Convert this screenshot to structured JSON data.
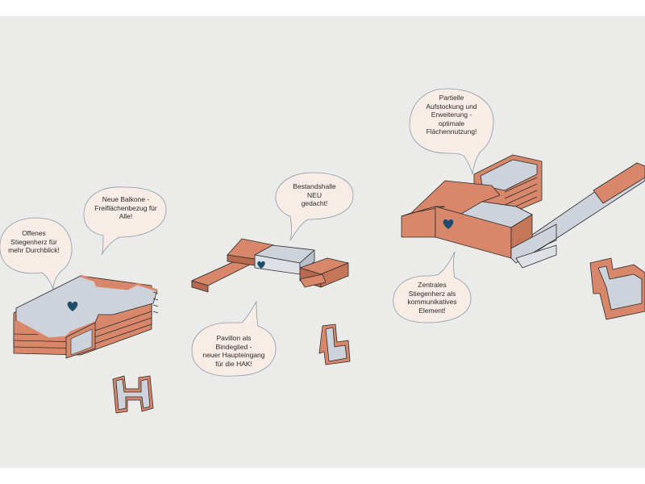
{
  "colors": {
    "background": "#ebecea",
    "brick": "#d9876a",
    "brick_dark": "#b86a50",
    "roof": "#ced2db",
    "roof_light": "#dde0e7",
    "outline": "#2a2a2a",
    "heart": "#1f4d6b",
    "bubble_fill": "#f7ece6",
    "bubble_stroke": "#8a9aa8"
  },
  "icons": [
    "heart-icon"
  ],
  "bubbles": [
    {
      "id": "open-stair",
      "text": "Offenes\nStiegenherz für\nmehr Durchblick!"
    },
    {
      "id": "balconies",
      "text": "Neue Balkone -\nFreiflächenbezug für\nAlle!"
    },
    {
      "id": "hall",
      "text": "Bestandshalle\nNEU\ngedacht!"
    },
    {
      "id": "pavilion",
      "text": "Pavillon als\nBindeglied -\nneuer Haupteingang\nfür die HAK!"
    },
    {
      "id": "extension",
      "text": "Partielle\nAufstockung und\nErweiterung -\noptimale\nFlächennutzung!"
    },
    {
      "id": "central-stair",
      "text": "Zentrales\nStiegenherz als\nkommunikatives\nElement!"
    }
  ]
}
